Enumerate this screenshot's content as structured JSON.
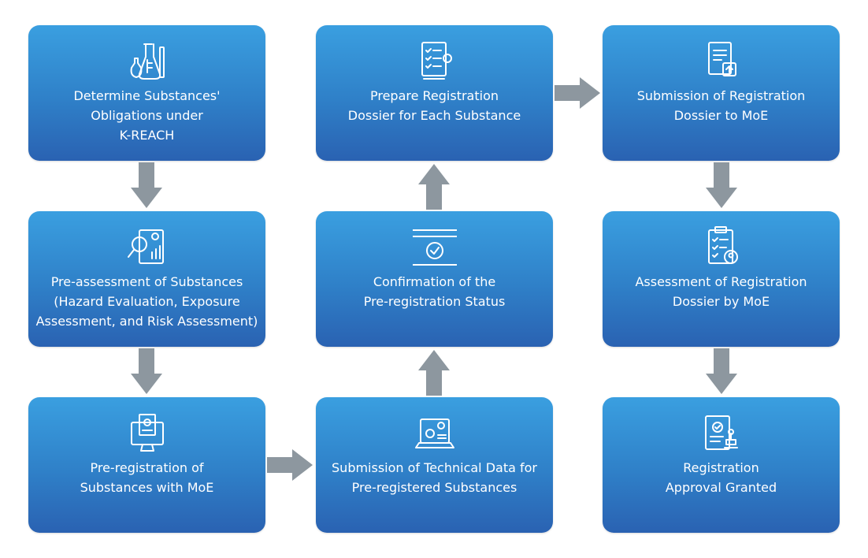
{
  "colors": {
    "box_top": "#3a9fe0",
    "box_bottom": "#2a62b2",
    "arrow": "#8d979f",
    "text": "#ffffff"
  },
  "steps": [
    {
      "icon": "lab-flasks-icon",
      "lines": [
        "Determine Substances'",
        "Obligations under",
        "K-REACH"
      ]
    },
    {
      "icon": "analysis-report-icon",
      "lines": [
        "Pre-assessment of Substances",
        "(Hazard Evaluation, Exposure",
        "Assessment, and Risk Assessment)"
      ]
    },
    {
      "icon": "computer-document-icon",
      "lines": [
        "Pre-registration of",
        "Substances with MoE"
      ]
    },
    {
      "icon": "laptop-gears-icon",
      "lines": [
        "Submission of Technical Data for",
        "Pre-registered Substances"
      ]
    },
    {
      "icon": "browser-check-icon",
      "lines": [
        "Confirmation of the",
        "Pre-registration Status"
      ]
    },
    {
      "icon": "checklist-gear-icon",
      "lines": [
        "Prepare Registration",
        "Dossier for Each Substance"
      ]
    },
    {
      "icon": "document-upload-icon",
      "lines": [
        "Submission of Registration",
        "Dossier to MoE"
      ]
    },
    {
      "icon": "clipboard-user-icon",
      "lines": [
        "Assessment of Registration",
        "Dossier by MoE"
      ]
    },
    {
      "icon": "document-stamp-icon",
      "lines": [
        "Registration",
        "Approval Granted"
      ]
    }
  ]
}
